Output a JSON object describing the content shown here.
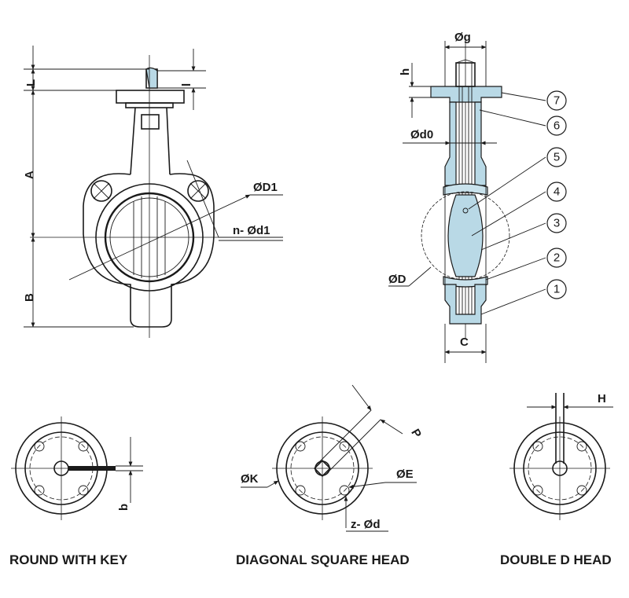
{
  "front_view": {
    "labels": {
      "L": "L",
      "l": "l",
      "A": "A",
      "B": "B",
      "D1": "ØD1",
      "nd1": "n- Ød1"
    }
  },
  "section_view": {
    "labels": {
      "g": "Øg",
      "h": "h",
      "d0": "Ød0",
      "D": "ØD",
      "C": "C"
    },
    "parts": [
      "7",
      "6",
      "5",
      "4",
      "3",
      "2",
      "1"
    ]
  },
  "heads": {
    "round_with_key": {
      "caption": "ROUND WITH KEY",
      "labels": {
        "b": "b"
      }
    },
    "diagonal_square_head": {
      "caption": "DIAGONAL SQUARE HEAD",
      "labels": {
        "P": "P",
        "K": "ØK",
        "E": "ØE",
        "zd": "z- Ød"
      }
    },
    "double_d_head": {
      "caption": "DOUBLE D HEAD",
      "labels": {
        "H": "H"
      }
    }
  }
}
